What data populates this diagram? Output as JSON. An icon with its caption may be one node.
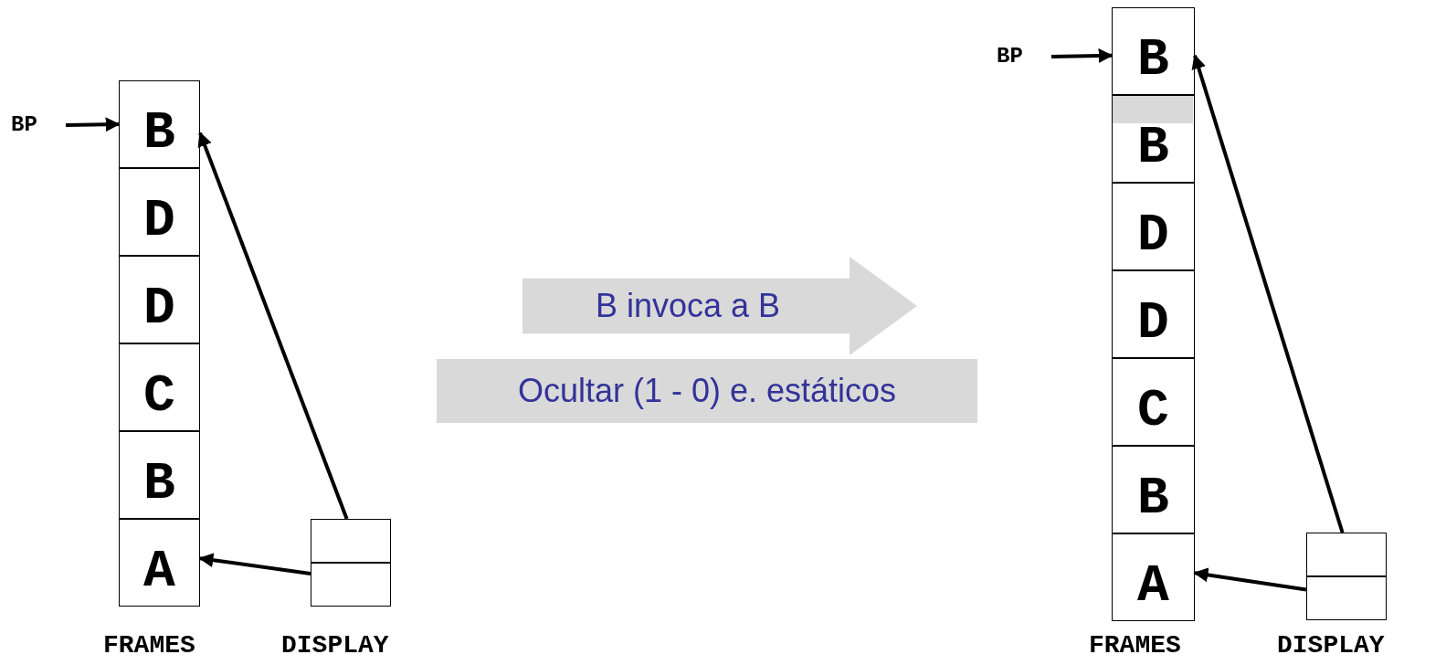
{
  "diagram": {
    "nodes": [
      {
        "text": [
          "BP"
        ]
      },
      {
        "text": [
          "B"
        ]
      },
      {
        "text": [
          "D"
        ]
      },
      {
        "text": [
          "D"
        ]
      },
      {
        "text": [
          "C"
        ]
      },
      {
        "text": [
          "B"
        ]
      },
      {
        "text": [
          "A"
        ]
      },
      {
        "text": [],
        "shape": "box"
      },
      {
        "text": [],
        "shape": "box"
      },
      {
        "text": [
          "B invoca a B"
        ]
      },
      {
        "text": [
          "Ocultar (1 - 0) e. estáticos"
        ]
      },
      {
        "text": [
          "BP"
        ]
      },
      {
        "text": [
          "B"
        ]
      },
      {
        "text": [
          "B"
        ]
      },
      {
        "text": [],
        "shape": "bar",
        "in": 13
      },
      {
        "text": [
          "D"
        ]
      },
      {
        "text": [
          "D"
        ]
      },
      {
        "text": [
          "C"
        ]
      },
      {
        "text": [
          "B"
        ]
      },
      {
        "text": [
          "A"
        ]
      },
      {
        "text": [],
        "shape": "box"
      },
      {
        "text": [],
        "shape": "box"
      }
    ],
    "edges": [
      {
        "from": 0,
        "to": 1,
        "arrow": "to"
      },
      {
        "from": 7,
        "to": 1,
        "arrow": "to"
      },
      {
        "from": 8,
        "to": 6,
        "arrow": "to"
      },
      {
        "from": 11,
        "to": 12,
        "arrow": "to"
      },
      {
        "from": 20,
        "to": 12,
        "arrow": "to"
      },
      {
        "from": 21,
        "to": 19,
        "arrow": "to"
      }
    ],
    "labels": [
      "FRAMES",
      "DISPLAY",
      "FRAMES",
      "DISPLAY"
    ]
  }
}
